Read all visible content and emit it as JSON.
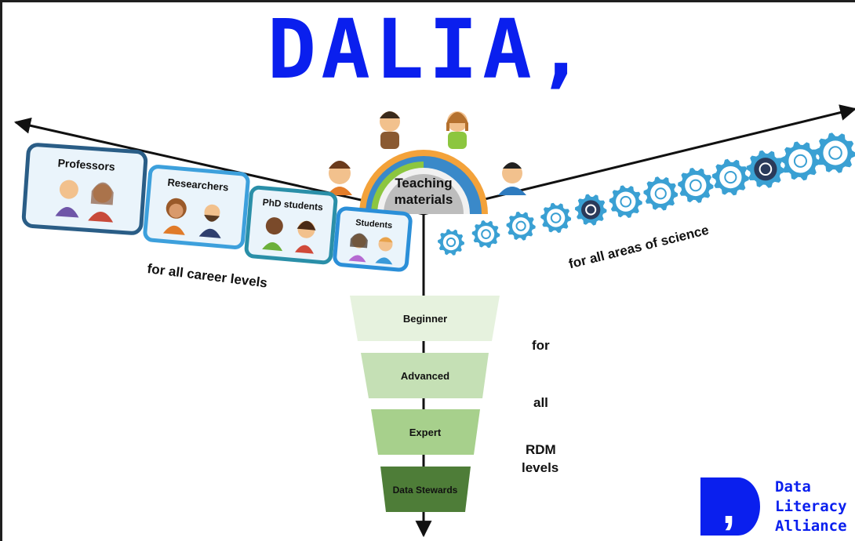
{
  "title": "DALIA,",
  "hub": {
    "line1": "Teaching",
    "line2": "materials"
  },
  "career": {
    "caption": "for all career levels",
    "cards": [
      {
        "label": "Professors"
      },
      {
        "label": "Researchers"
      },
      {
        "label": "PhD students"
      },
      {
        "label": "Students"
      }
    ]
  },
  "science": {
    "caption": "for all areas of science",
    "gear_icons": [
      "flask-icon",
      "microscope-icon",
      "atom-icon",
      "presentation-icon",
      "group-icon",
      "planet-icon",
      "function-icon",
      "stethoscope-icon",
      "mountain-icon",
      "rocket-icon",
      "institution-icon",
      "dna-icon"
    ]
  },
  "levels": {
    "steps": [
      "Beginner",
      "Advanced",
      "Expert",
      "Data Stewards"
    ],
    "side_words": [
      "for",
      "all",
      "RDM",
      "levels"
    ]
  },
  "logo": {
    "line1": "Data",
    "line2": "Literacy",
    "line3": "Alliance",
    "glyph": ","
  },
  "colors": {
    "title": "#0a1fee",
    "card_border": "#2b8fc9",
    "gear": "#3aa0d3",
    "steps": [
      "#e6f2de",
      "#c5e0b5",
      "#a7d08c",
      "#4e7d38"
    ]
  }
}
